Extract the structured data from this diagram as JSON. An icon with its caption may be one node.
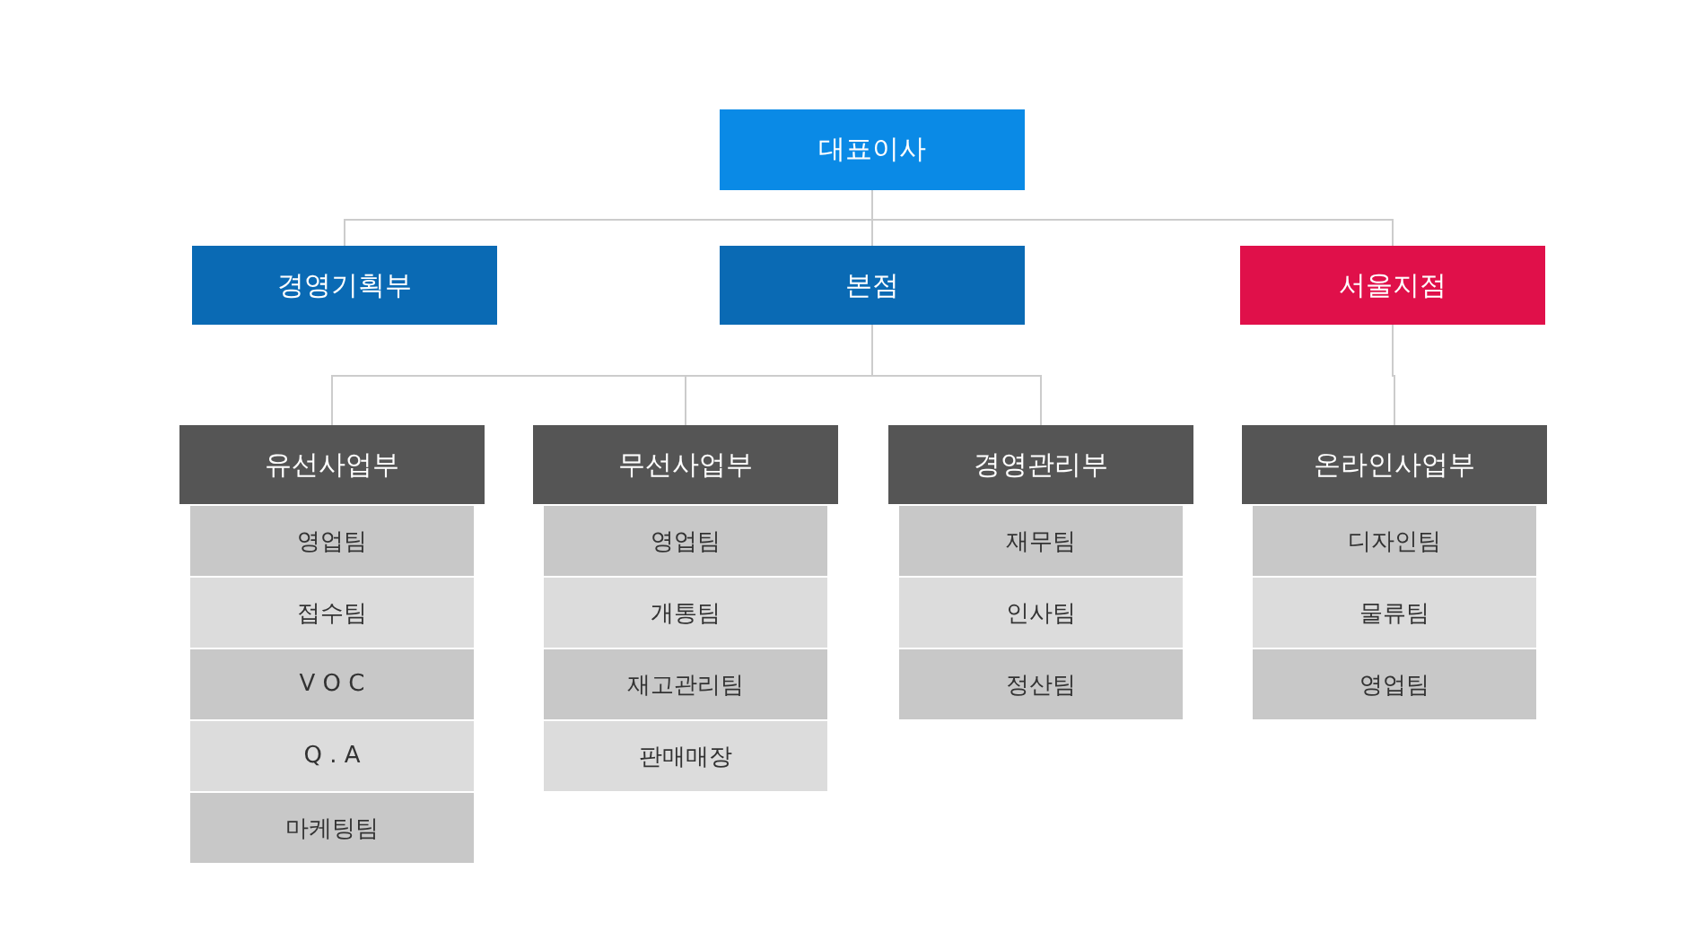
{
  "diagram": {
    "nodes": [
      {
        "text": [
          "대표이사"
        ]
      },
      {
        "text": [
          "경영기획부"
        ]
      },
      {
        "text": [
          "본점"
        ]
      },
      {
        "text": [
          "서울지점"
        ]
      },
      {
        "text": [
          "유선사업부"
        ]
      },
      {
        "text": [
          "무선사업부"
        ]
      },
      {
        "text": [
          "경영관리부"
        ]
      },
      {
        "text": [
          "온라인사업부"
        ]
      },
      {
        "text": [
          "영업팀"
        ]
      },
      {
        "text": [
          "접수팀"
        ]
      },
      {
        "text": [
          "V O C"
        ]
      },
      {
        "text": [
          "Q . A"
        ]
      },
      {
        "text": [
          "마케팅팀"
        ]
      },
      {
        "text": [
          "영업팀"
        ]
      },
      {
        "text": [
          "개통팀"
        ]
      },
      {
        "text": [
          "재고관리팀"
        ]
      },
      {
        "text": [
          "판매매장"
        ]
      },
      {
        "text": [
          "재무팀"
        ]
      },
      {
        "text": [
          "인사팀"
        ]
      },
      {
        "text": [
          "정산팀"
        ]
      },
      {
        "text": [
          "디자인팀"
        ]
      },
      {
        "text": [
          "물류팀"
        ]
      },
      {
        "text": [
          "영업팀"
        ]
      }
    ],
    "edges": [
      {
        "from": 0,
        "to": 1,
        "arrow": "none"
      },
      {
        "from": 0,
        "to": 2,
        "arrow": "none"
      },
      {
        "from": 0,
        "to": 3,
        "arrow": "none"
      },
      {
        "from": 2,
        "to": 4,
        "arrow": "none"
      },
      {
        "from": 2,
        "to": 5,
        "arrow": "none"
      },
      {
        "from": 2,
        "to": 6,
        "arrow": "none"
      },
      {
        "from": 3,
        "to": 7,
        "arrow": "none"
      }
    ]
  }
}
